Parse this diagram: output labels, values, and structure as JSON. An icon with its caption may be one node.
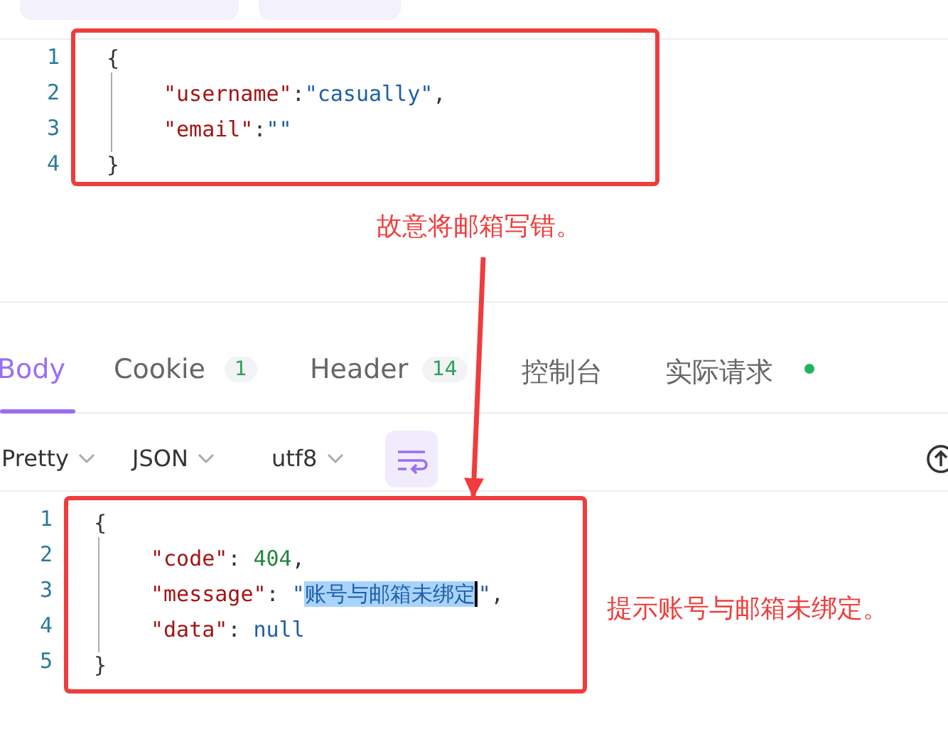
{
  "diagram": {
    "nodes": [
      {
        "text": [
          "{",
          "\"username\":\"casually\",",
          "\"email\":\"\"",
          "}"
        ]
      },
      {
        "text": [
          "故意将邮箱写错。"
        ]
      },
      {
        "text": [
          "{",
          "\"code\": 404,",
          "\"message\": \"账号与邮箱未绑定\",",
          "\"data\": null",
          "}"
        ],
        "beside": [
          "提示账号与邮箱未绑定。"
        ]
      },
      {
        "text": [],
        "shape": "box"
      },
      {
        "text": [],
        "shape": "box"
      }
    ],
    "edges": [
      {
        "from": 1,
        "to": 2,
        "arrow": "to",
        "color": "#f03c3c"
      }
    ],
    "labels": [
      "1",
      "2",
      "3",
      "4",
      "Body",
      "Cookie",
      "1",
      "Header",
      "14",
      "控制台",
      "实际请求",
      "Pretty",
      "JSON",
      "utf8",
      "1",
      "2",
      "3",
      "4",
      "5"
    ]
  }
}
